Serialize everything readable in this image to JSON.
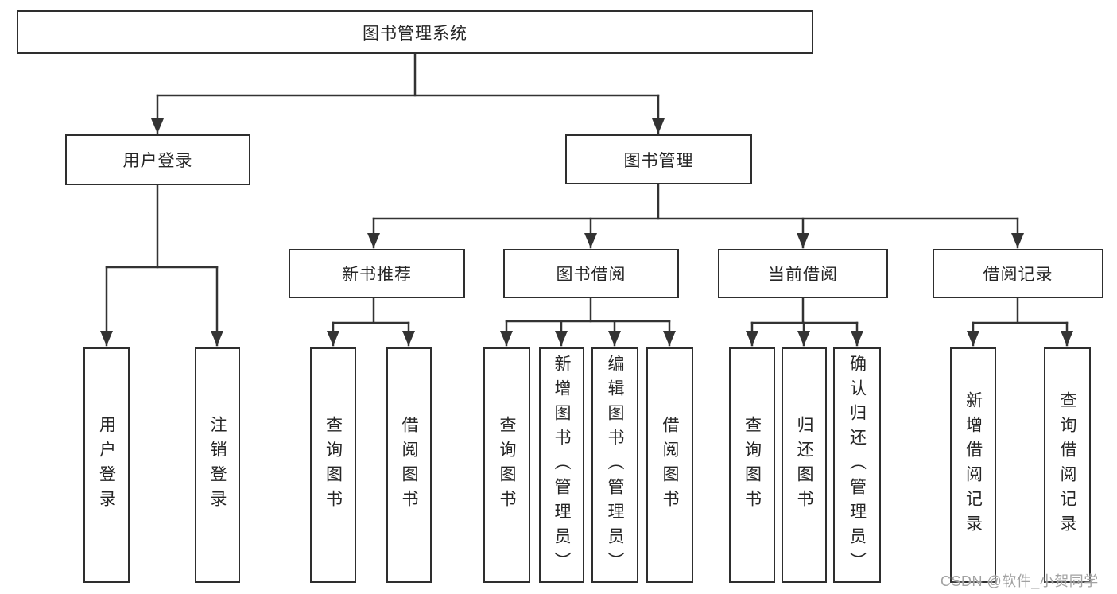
{
  "diagram": {
    "title": "图书管理系统",
    "nodes": {
      "root": {
        "label": "图书管理系统"
      },
      "user_login": {
        "label": "用户登录"
      },
      "book_management": {
        "label": "图书管理"
      },
      "new_book_recommendation": {
        "label": "新书推荐"
      },
      "book_borrowing": {
        "label": "图书借阅"
      },
      "current_borrowing": {
        "label": "当前借阅"
      },
      "borrowing_records": {
        "label": "借阅记录"
      },
      "leaf_user_login": {
        "label": "用户登录"
      },
      "leaf_logout": {
        "label": "注销登录"
      },
      "leaf_query_books_nb": {
        "label": "查询图书"
      },
      "leaf_borrow_books_nb": {
        "label": "借阅图书"
      },
      "leaf_query_books_bb": {
        "label": "查询图书"
      },
      "leaf_add_book_admin": {
        "label": "新增图书（管理员）"
      },
      "leaf_edit_book_admin": {
        "label": "编辑图书（管理员）"
      },
      "leaf_borrow_books_bb": {
        "label": "借阅图书"
      },
      "leaf_query_books_cb": {
        "label": "查询图书"
      },
      "leaf_return_book": {
        "label": "归还图书"
      },
      "leaf_confirm_return_admin": {
        "label": "确认归还（管理员）"
      },
      "leaf_add_borrow_record": {
        "label": "新增借阅记录"
      },
      "leaf_query_borrow_record": {
        "label": "查询借阅记录"
      }
    },
    "hierarchy": {
      "图书管理系统": {
        "用户登录": [
          "用户登录",
          "注销登录"
        ],
        "图书管理": {
          "新书推荐": [
            "查询图书",
            "借阅图书"
          ],
          "图书借阅": [
            "查询图书",
            "新增图书（管理员）",
            "编辑图书（管理员）",
            "借阅图书"
          ],
          "当前借阅": [
            "查询图书",
            "归还图书",
            "确认归还（管理员）"
          ],
          "借阅记录": [
            "新增借阅记录",
            "查询借阅记录"
          ]
        }
      }
    }
  },
  "watermark": {
    "text": "CSDN @软件_小贺同学",
    "color": "#a2a2a2"
  },
  "colors": {
    "background": "#ffffff",
    "box_border": "#2e2e2e",
    "line": "#333333",
    "text": "#262626"
  }
}
